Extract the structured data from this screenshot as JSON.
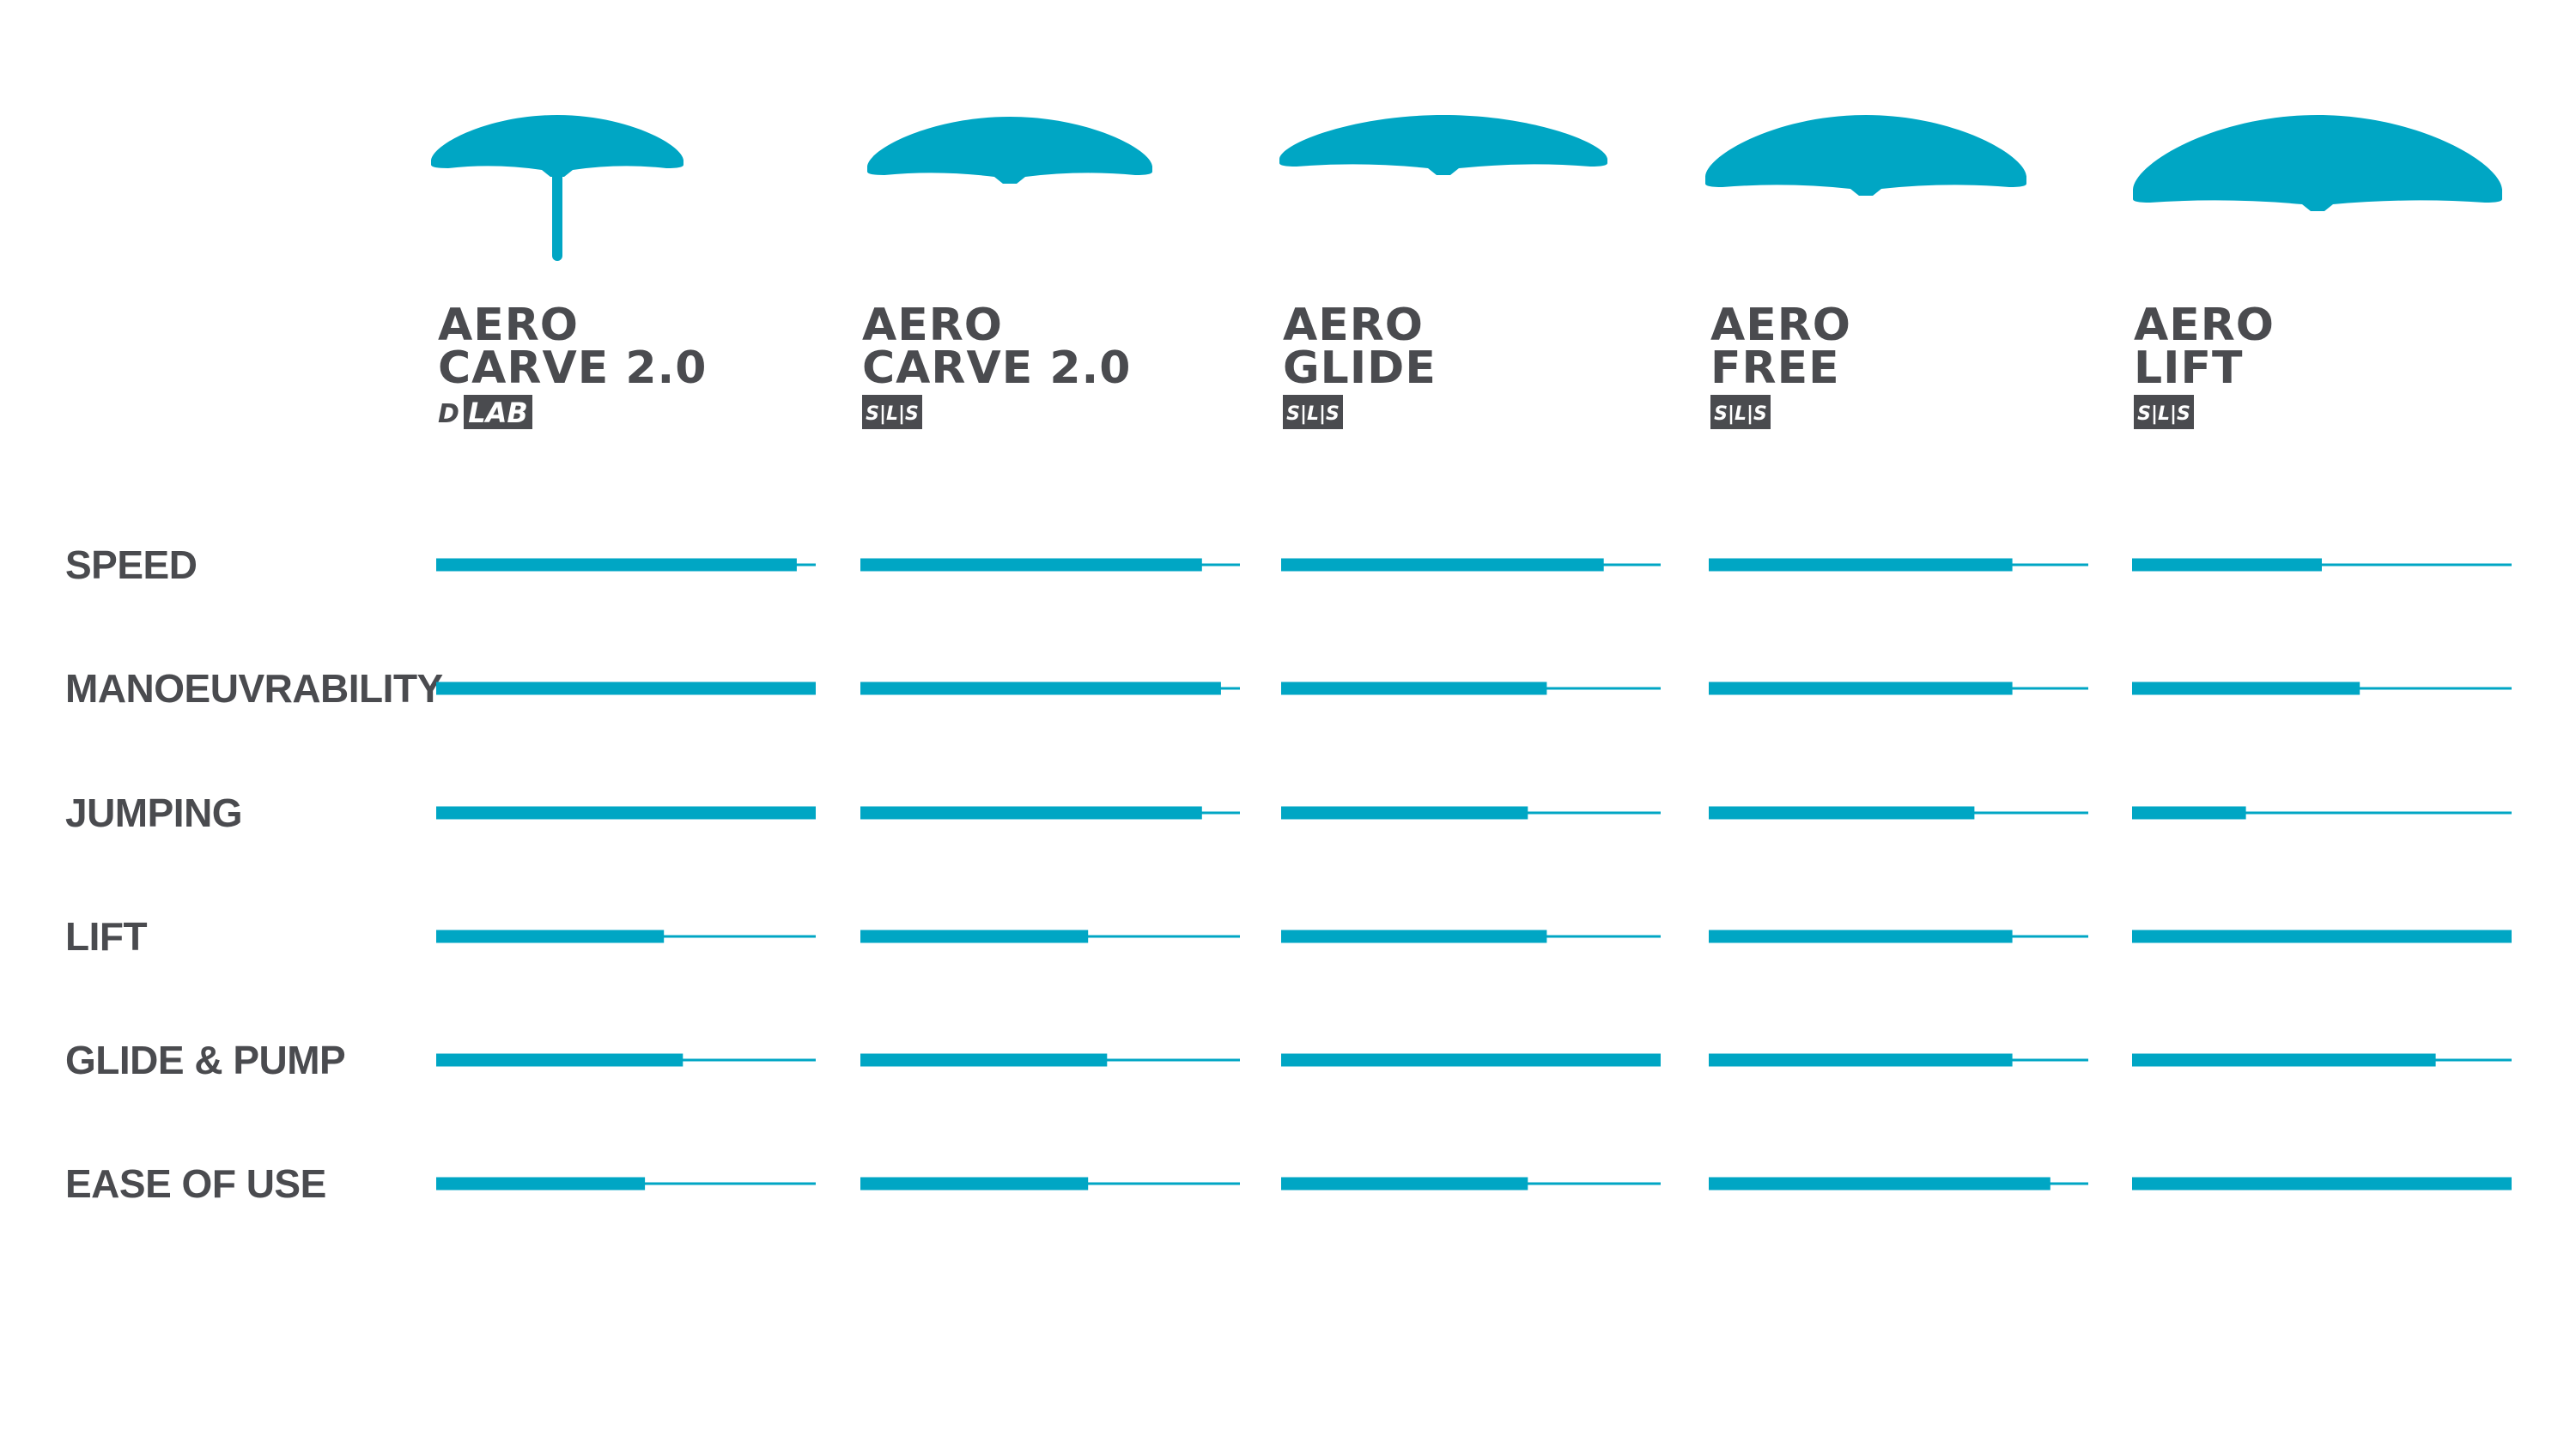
{
  "colors": {
    "accent": "#00a6c4",
    "text": "#4a4b4f",
    "badge": "#4a4b4f",
    "background": "#ffffff"
  },
  "chart_data": {
    "type": "bar",
    "title": "",
    "categories": [
      "SPEED",
      "MANOEUVRABILITY",
      "JUMPING",
      "LIFT",
      "GLIDE & PUMP",
      "EASE OF USE"
    ],
    "scale_max": 1.0,
    "models": [
      {
        "line1": "AERO",
        "line2": "CARVE 2.0",
        "badge_prefix": "D",
        "badge": "LAB",
        "wing_icon": "foil-with-mast-icon",
        "values": [
          0.95,
          1.0,
          1.0,
          0.6,
          0.65,
          0.55
        ]
      },
      {
        "line1": "AERO",
        "line2": "CARVE 2.0",
        "badge_prefix": "",
        "badge": "S|L|S",
        "wing_icon": "foil-wing-icon",
        "values": [
          0.9,
          0.95,
          0.9,
          0.6,
          0.65,
          0.6
        ]
      },
      {
        "line1": "AERO",
        "line2": "GLIDE",
        "badge_prefix": "",
        "badge": "S|L|S",
        "wing_icon": "foil-wing-icon",
        "values": [
          0.85,
          0.7,
          0.65,
          0.7,
          1.0,
          0.65
        ]
      },
      {
        "line1": "AERO",
        "line2": "FREE",
        "badge_prefix": "",
        "badge": "S|L|S",
        "wing_icon": "foil-wing-icon",
        "values": [
          0.8,
          0.8,
          0.7,
          0.8,
          0.8,
          0.9
        ]
      },
      {
        "line1": "AERO",
        "line2": "LIFT",
        "badge_prefix": "",
        "badge": "S|L|S",
        "wing_icon": "foil-wing-icon",
        "values": [
          0.5,
          0.6,
          0.3,
          1.0,
          0.8,
          1.0
        ]
      }
    ]
  }
}
